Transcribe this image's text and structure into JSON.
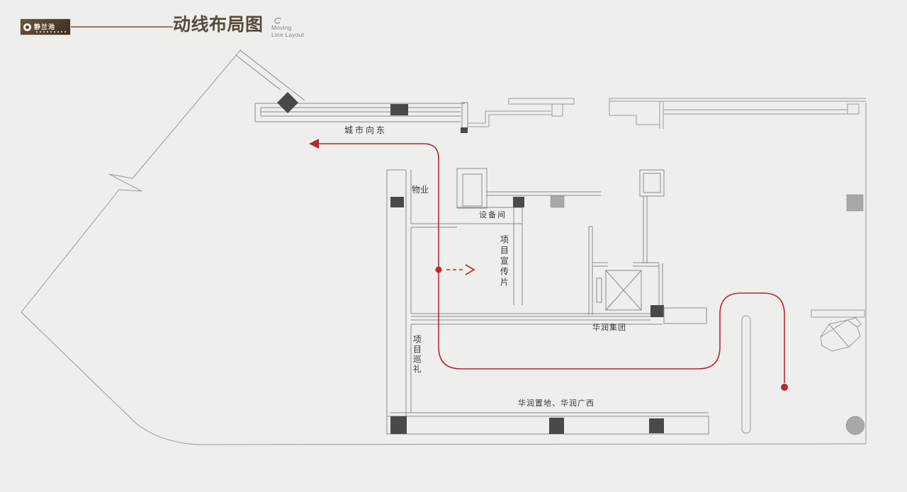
{
  "header": {
    "logo_text": "静兰池",
    "title": "动线布局图",
    "subtitle_line1": "Moving",
    "subtitle_line2": "Line Layout"
  },
  "plan": {
    "labels": {
      "city_east": "城市向东",
      "property": "物业",
      "equipment_room": "设备间",
      "promo_video": "项目宣传片",
      "project_tour": "项目巡礼",
      "cr_group": "华润集团",
      "cr_land": "华润置地、华润广西"
    },
    "route": {
      "description": "moving line",
      "start_marker": "arrow-left",
      "mid_marker": "dot-with-dashed-arrow-right",
      "end_marker": "dot"
    }
  },
  "colors": {
    "background": "#eeeeec",
    "wall_gray": "#9b9997",
    "dark_block": "#4a4947",
    "mid_gray": "#a9a8a5",
    "route_red": "#b5292e",
    "title_brown": "#57493c",
    "logo_brown": "#4a3a28"
  }
}
